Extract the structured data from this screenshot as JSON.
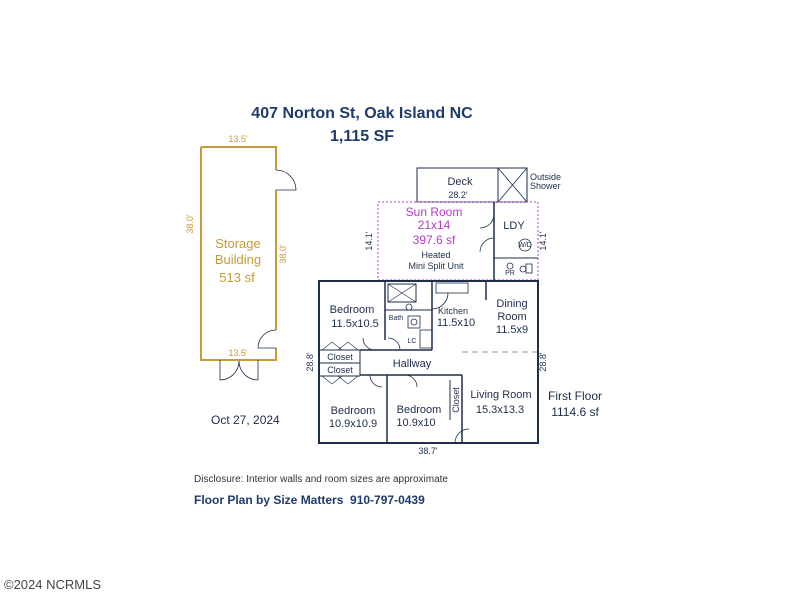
{
  "header": {
    "address": "407 Norton St, Oak Island NC",
    "total_area": "1,115 SF"
  },
  "storage": {
    "label_line1": "Storage",
    "label_line2": "Building",
    "area": "513 sf",
    "dim_top": "13.5'",
    "dim_bottom": "13.5'",
    "dim_left": "38.0'",
    "dim_right": "38.0'"
  },
  "deck": {
    "label": "Deck",
    "dim": "28.2'",
    "outside_shower_line1": "Outside",
    "outside_shower_line2": "Shower"
  },
  "sun_room": {
    "name": "Sun Room",
    "size": "21x14",
    "area": "397.6 sf",
    "note_line1": "Heated",
    "note_line2": "Mini Split Unit",
    "dim_left": "14.1'",
    "dim_right": "14.1'"
  },
  "laundry": {
    "label": "LDY",
    "powder_room": "PR",
    "washer_dryer": "W/D"
  },
  "rooms": {
    "bedroom1": {
      "name": "Bedroom",
      "size": "11.5x10.5"
    },
    "bath": {
      "name": "Bath",
      "linen_closet": "LC"
    },
    "kitchen": {
      "name": "Kitchen",
      "size": "11.5x10"
    },
    "dining": {
      "name_line1": "Dining",
      "name_line2": "Room",
      "size": "11.5x9"
    },
    "hallway": {
      "name": "Hallway"
    },
    "closet1": {
      "name": "Closet"
    },
    "closet2": {
      "name": "Closet"
    },
    "closet3": {
      "name": "Closet"
    },
    "bedroom2": {
      "name": "Bedroom",
      "size": "10.9x10.9"
    },
    "bedroom3": {
      "name": "Bedroom",
      "size": "10.9x10"
    },
    "living": {
      "name": "Living Room",
      "size": "15.3x13.3"
    }
  },
  "main_dims": {
    "left": "28.8'",
    "right": "28.8'",
    "bottom": "38.7'"
  },
  "first_floor": {
    "label": "First Floor",
    "area": "1114.6 sf"
  },
  "date": "Oct 27, 2024",
  "disclosure": "Disclosure: Interior walls and room sizes are approximate",
  "credit": "Floor Plan by Size Matters  910-797-0439",
  "copyright": "©2024 NCRMLS",
  "colors": {
    "wall": "#1e2d4a",
    "storage": "#c79a3a",
    "sun_room": "#b43cc6",
    "title": "#1f3b6b"
  }
}
